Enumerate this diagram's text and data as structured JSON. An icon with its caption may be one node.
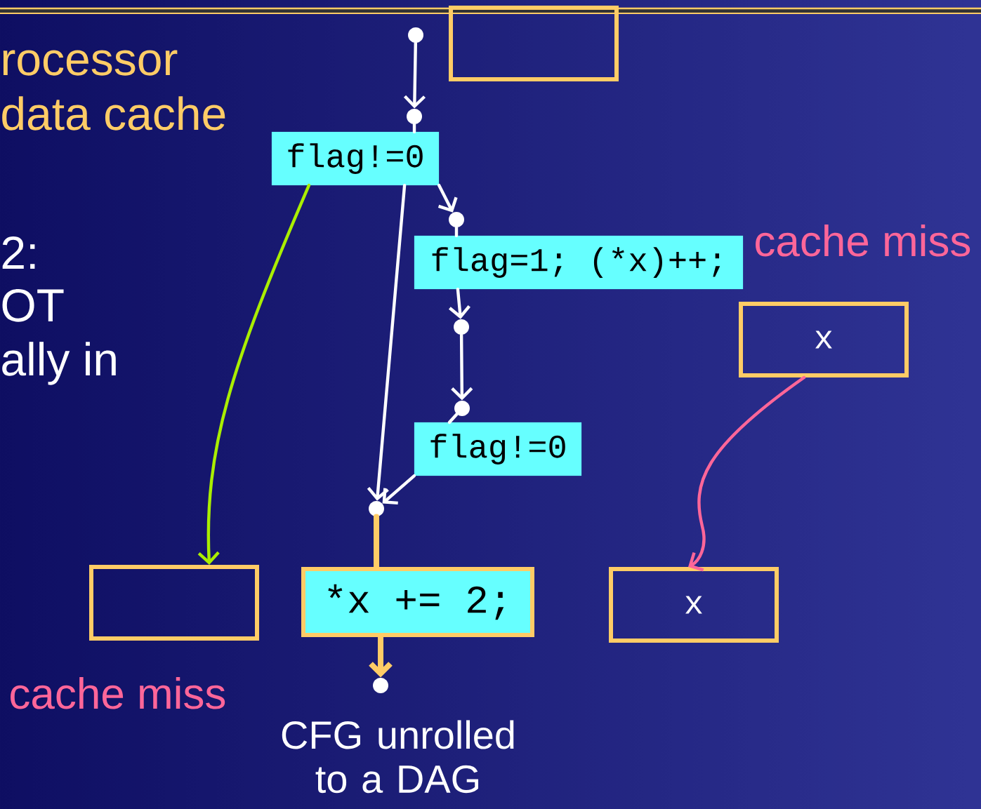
{
  "diagram": {
    "nodes": [
      {
        "text": [],
        "shape": "circle"
      },
      {
        "text": [],
        "shape": "circle"
      },
      {
        "text": [
          "flag!=0"
        ]
      },
      {
        "text": [],
        "shape": "circle"
      },
      {
        "text": [
          "flag=1; (*x)++;"
        ]
      },
      {
        "text": [],
        "shape": "circle"
      },
      {
        "text": [],
        "shape": "circle"
      },
      {
        "text": [
          "flag!=0"
        ]
      },
      {
        "text": [],
        "shape": "circle"
      },
      {
        "text": [
          "*x += 2;"
        ]
      },
      {
        "text": [],
        "shape": "circle"
      },
      {
        "text": [],
        "shape": "box"
      },
      {
        "text": [],
        "shape": "box"
      },
      {
        "text": [
          "x"
        ]
      },
      {
        "text": [
          "x"
        ]
      }
    ],
    "edges": [
      {
        "from": 0,
        "to": 1,
        "arrow": "to"
      },
      {
        "from": 1,
        "to": 2,
        "arrow": "none"
      },
      {
        "from": 2,
        "to": 3,
        "arrow": "to"
      },
      {
        "from": 2,
        "to": 8,
        "arrow": "to"
      },
      {
        "from": 3,
        "to": 4,
        "arrow": "none"
      },
      {
        "from": 4,
        "to": 5,
        "arrow": "to"
      },
      {
        "from": 5,
        "to": 6,
        "arrow": "to"
      },
      {
        "from": 6,
        "to": 7,
        "arrow": "none"
      },
      {
        "from": 7,
        "to": 8,
        "arrow": "to"
      },
      {
        "from": 8,
        "to": 9,
        "arrow": "none",
        "style": "thick",
        "color": "#ffcc66"
      },
      {
        "from": 9,
        "to": 10,
        "arrow": "to",
        "style": "thick",
        "color": "#ffcc66"
      },
      {
        "from": 2,
        "to": 12,
        "arrow": "to",
        "color": "#aaee00"
      },
      {
        "from": 13,
        "to": 14,
        "arrow": "to",
        "color": "#ff6699"
      }
    ],
    "labels": [
      "rocessor",
      "data cache",
      "2:",
      "OT",
      "ally in",
      "cache miss",
      "cache miss",
      "CFG unrolled to a DAG"
    ]
  }
}
